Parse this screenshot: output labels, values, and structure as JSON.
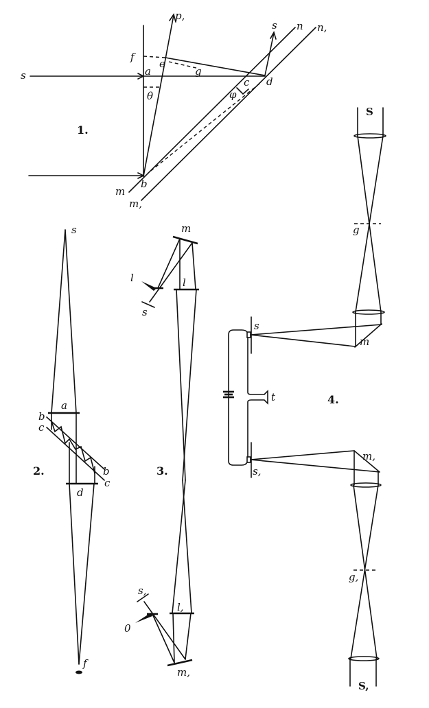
{
  "figures": {
    "fig1": {
      "number": "1.",
      "labels": {
        "p1": "p,",
        "s_in": "s",
        "f": "f",
        "e": "e",
        "g": "g",
        "a": "a",
        "theta": "θ",
        "phi": "φ",
        "c": "c",
        "d": "d",
        "s_out": "s",
        "n": "n",
        "n1": "n,",
        "m": "m",
        "m1": "m,",
        "b": "b"
      }
    },
    "fig2": {
      "number": "2.",
      "labels": {
        "s": "s",
        "a": "a",
        "b_top": "b",
        "c_top": "c",
        "b_bot": "b",
        "c_bot": "c",
        "d": "d",
        "f": "f"
      }
    },
    "fig3": {
      "number": "3.",
      "labels": {
        "m": "m",
        "l": "l",
        "o_top": "l",
        "s_top": "s",
        "s1": "s,",
        "o_bot": "0",
        "l1": "l,",
        "m1": "m,"
      }
    },
    "fig4": {
      "number": "4.",
      "labels": {
        "S": "S",
        "g": "g",
        "m": "m",
        "s": "s",
        "t": "t",
        "s1": "s,",
        "m1": "m,",
        "g1": "g,",
        "S1": "S,"
      }
    }
  }
}
